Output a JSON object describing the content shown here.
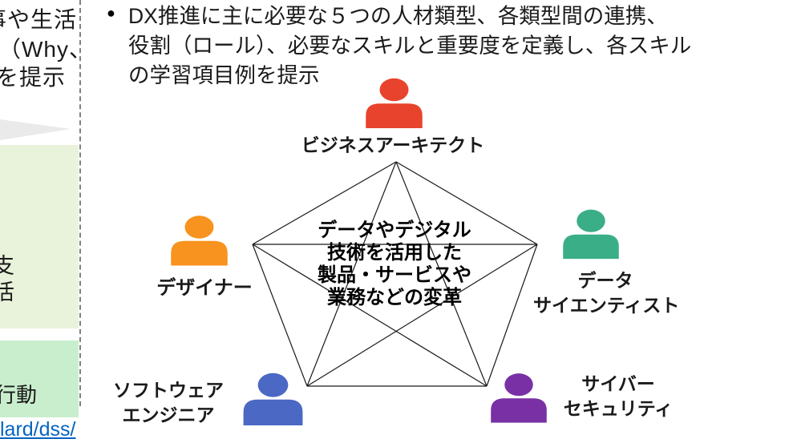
{
  "left_panel": {
    "clipped_lines": [
      "事や生活",
      "（Why、",
      "を提示"
    ],
    "green_box_top_chars": [
      "支",
      "活"
    ],
    "green_box_bottom_label": "行動",
    "link_text": "lard/dss/",
    "colors": {
      "green_box_top": "#E9F2DB",
      "green_box_bottom": "#C9EECD",
      "link": "#0563C1"
    }
  },
  "header": {
    "bullet_marker": "●",
    "lines": [
      "DX推進に主に必要な５つの人材類型、各類型間の連携、",
      "役割（ロール）、必要なスキルと重要度を定義し、各スキル",
      "の学習項目例を提示"
    ]
  },
  "diagram": {
    "center_lines": [
      "データやデジタル",
      "技術を活用した",
      "製品・サービスや",
      "業務などの変革"
    ],
    "roles": {
      "business_architect": {
        "label": "ビジネスアーキテクト",
        "color": "#E8432C"
      },
      "designer": {
        "label": "デザイナー",
        "color": "#F7931E"
      },
      "data_scientist": {
        "label_line1": "データ",
        "label_line2": "サイエンティスト",
        "color": "#3AAE87"
      },
      "software_engineer": {
        "label_line1": "ソフトウェア",
        "label_line2": "エンジニア",
        "color": "#4B68C5"
      },
      "cyber_security": {
        "label_line1": "サイバー",
        "label_line2": "セキュリティ",
        "color": "#7930A5"
      }
    }
  }
}
